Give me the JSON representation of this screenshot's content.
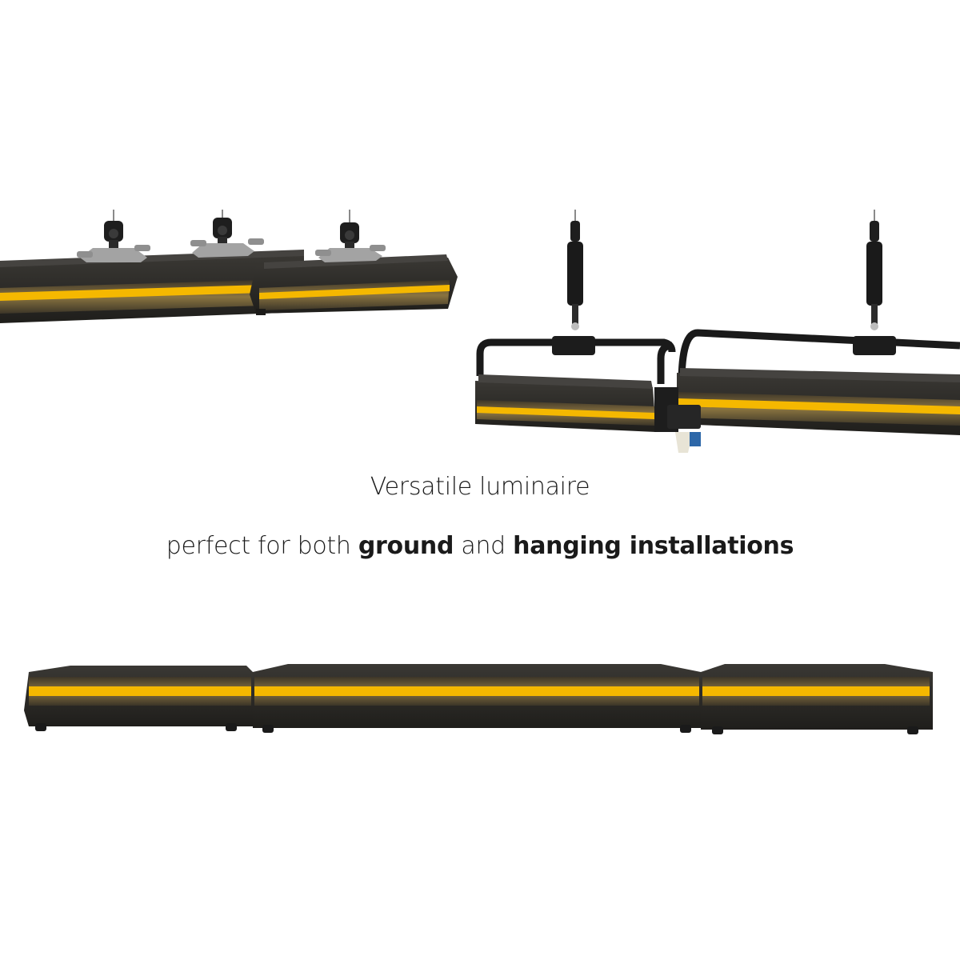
{
  "caption": {
    "line1": "Versatile luminaire",
    "line2_prefix": "perfect for both ",
    "line2_bold1": "ground",
    "line2_mid": " and ",
    "line2_bold2": "hanging installations"
  },
  "colors": {
    "background": "#ffffff",
    "housing": "#2b2926",
    "housing_dark": "#1c1b19",
    "led_amber": "#f5b800",
    "led_glow": "#ffd54a",
    "clamp_metal": "#9a9a9a",
    "text": "#1a1a1a"
  },
  "illustrations": {
    "top_left": "clamp-mounted-light-bars",
    "top_right": "yoke-suspended-light-bars",
    "bottom": "ground-placed-light-bars"
  }
}
